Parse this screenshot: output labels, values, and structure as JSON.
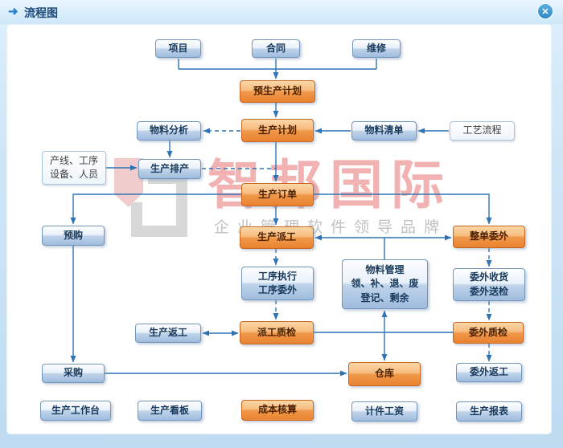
{
  "header": {
    "title": "流程图",
    "arrow_icon": "➜",
    "close_icon": "✕"
  },
  "watermark": {
    "brand": "智邦国际",
    "slogan": "企业管理软件领导品牌",
    "brand_color": "#df3e3e",
    "logo_icon": "zhibang-logo"
  },
  "colors": {
    "connector": "#2e74b5",
    "node_blue_border": "#7396bd",
    "node_orange_border": "#c9661f",
    "titlebar_bg": "#cde7f8",
    "frame_bg": "#cfe6f7"
  },
  "nodes": {
    "project": {
      "label": "项目"
    },
    "contract": {
      "label": "合同"
    },
    "maintenance": {
      "label": "维修"
    },
    "pre_production_plan": {
      "label": "预生产计划"
    },
    "material_analysis": {
      "label": "物料分析"
    },
    "production_plan": {
      "label": "生产计划"
    },
    "material_list": {
      "label": "物料清单"
    },
    "process_flow": {
      "label": "工艺流程"
    },
    "line_resources": {
      "lines": [
        "产线、工序",
        "设备、人员"
      ]
    },
    "production_scheduling": {
      "label": "生产排产"
    },
    "production_order": {
      "label": "生产订单"
    },
    "pre_purchase": {
      "label": "预购"
    },
    "production_dispatch": {
      "label": "生产派工"
    },
    "whole_order_outsourcing": {
      "label": "整单委外"
    },
    "process_execution": {
      "lines": [
        "工序执行",
        "工序委外"
      ]
    },
    "material_management": {
      "lines": [
        "物料管理",
        "领、补、退、废",
        "登记、剩余"
      ]
    },
    "outsourcing_receiving": {
      "lines": [
        "委外收货",
        "委外送检"
      ]
    },
    "production_rework": {
      "label": "生产返工"
    },
    "dispatch_inspection": {
      "label": "派工质检"
    },
    "outsourcing_inspection": {
      "label": "委外质检"
    },
    "purchasing": {
      "label": "采购"
    },
    "warehouse": {
      "label": "仓库"
    },
    "outsourcing_rework": {
      "label": "委外返工"
    },
    "production_workbench": {
      "label": "生产工作台"
    },
    "production_kanban": {
      "label": "生产看板"
    },
    "cost_accounting": {
      "label": "成本核算"
    },
    "piece_rate_wages": {
      "label": "计件工资"
    },
    "production_reports": {
      "label": "生产报表"
    }
  }
}
